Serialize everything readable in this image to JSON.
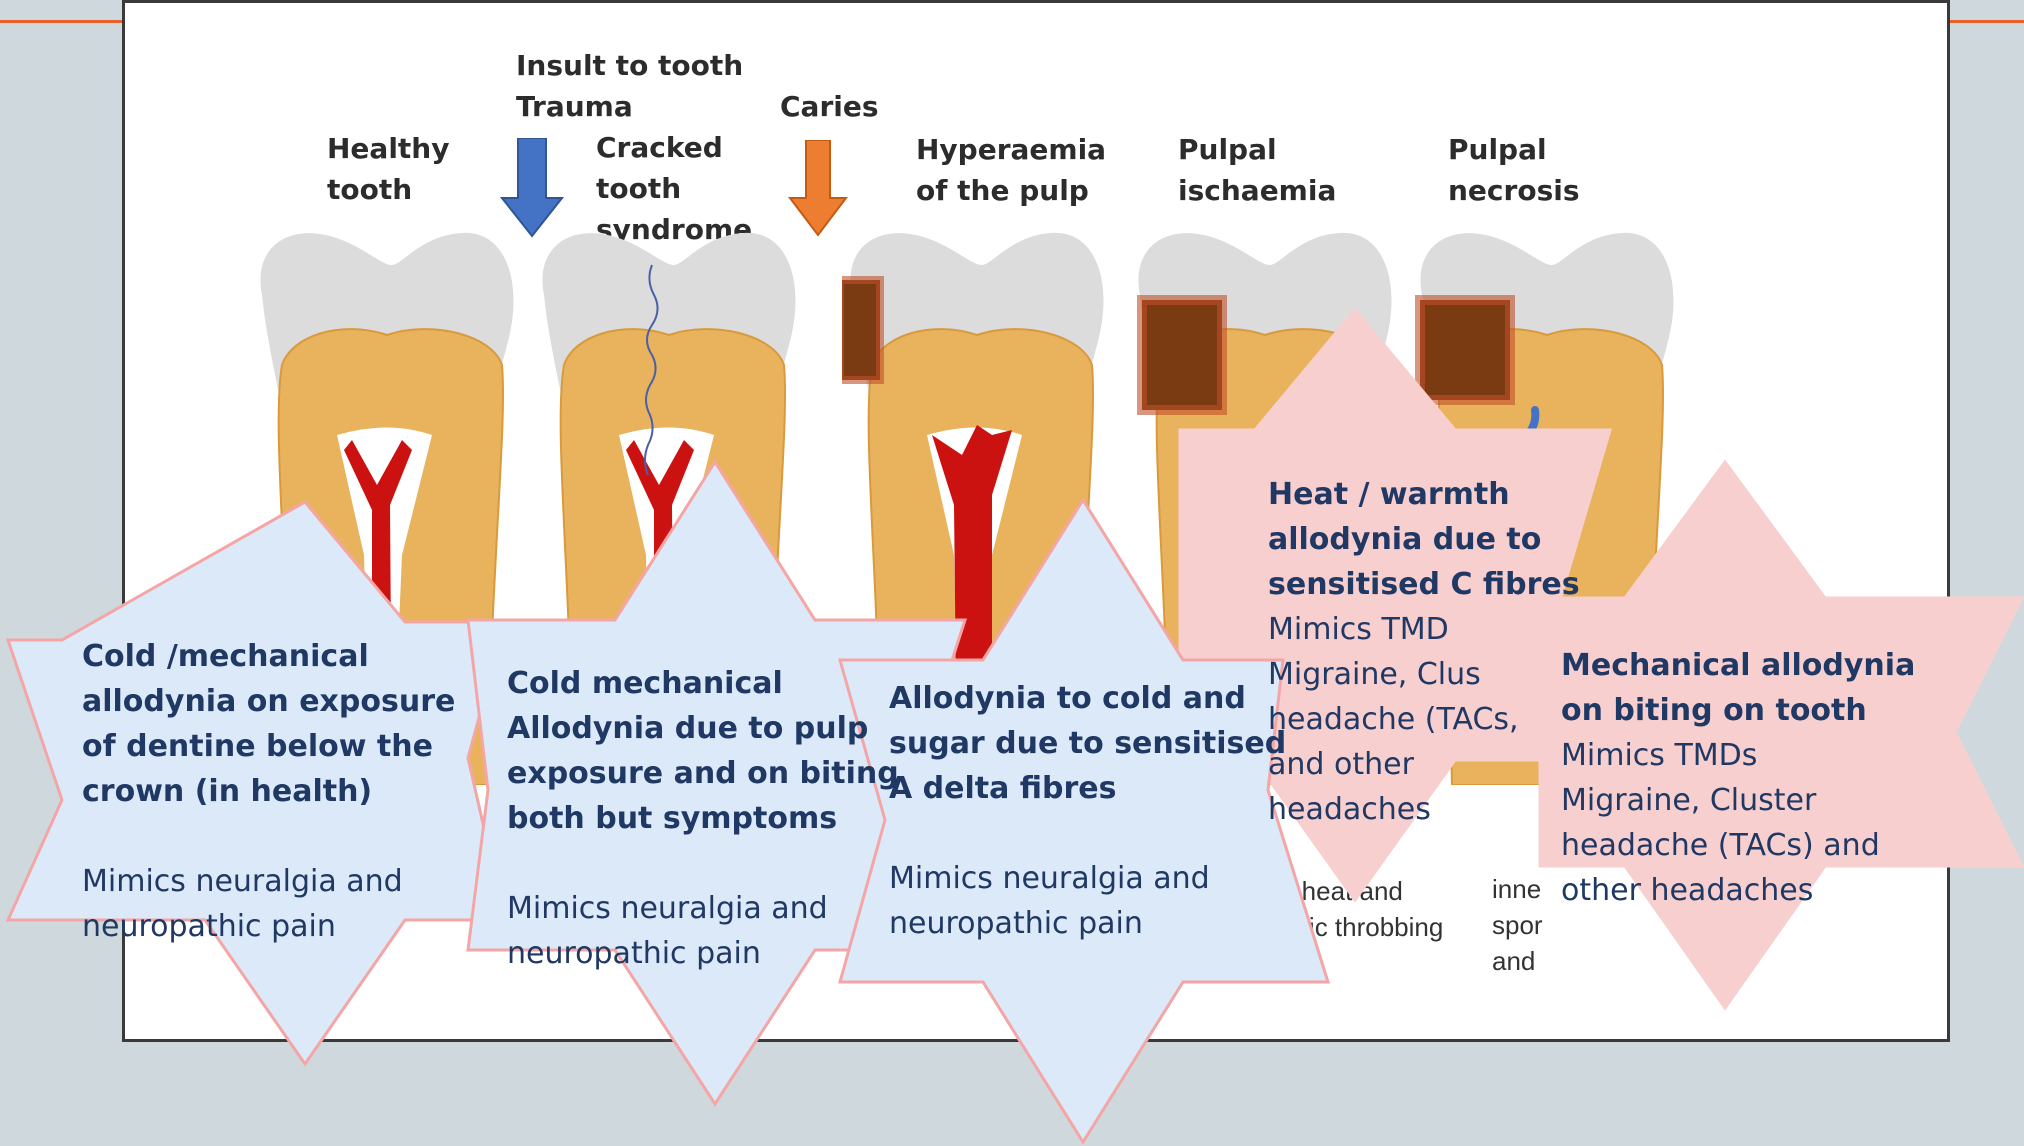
{
  "colors": {
    "background": "#cfd8dc",
    "accent_line": "#e8632b",
    "enamel": "#dcdcdc",
    "dentine": "#e9b35e",
    "pulp": "#cc1111",
    "trauma_arrow": "#4472c4",
    "caries_arrow": "#ed7d31",
    "decay": "#7a3b12",
    "blue_callout_fill": "#dce9f8",
    "pink_callout_fill": "#f8cfcf",
    "callout_border": "#f4a6a6",
    "callout_text": "#1f3864"
  },
  "diagram": {
    "labels": {
      "healthy": "Healthy\ntooth",
      "insult": "Insult to tooth\nTrauma",
      "cracked": "Cracked\ntooth\nsyndrome",
      "caries": "Caries",
      "hyperaemia": "Hyperaemia\nof the pulp",
      "ischaemia": "Pulpal\nischaemia",
      "necrosis": "Pulpal\nnecrosis"
    },
    "arrows": [
      {
        "name": "trauma-arrow",
        "color": "#4472c4"
      },
      {
        "name": "caries-arrow",
        "color": "#ed7d31"
      }
    ],
    "peeking_text": [
      "o heat and",
      "odic throbbing",
      "inne",
      "spor",
      "and"
    ]
  },
  "callouts": [
    {
      "heading": "Cold /mechanical\nallodynia on exposure\nof dentine below the\ncrown (in health)",
      "body": "Mimics neuralgia and\nneuropathic pain"
    },
    {
      "heading": "Cold mechanical\nAllodynia due to pulp\nexposure and on biting\nboth but symptoms",
      "body": "Mimics neuralgia and\nneuropathic pain"
    },
    {
      "heading": "Allodynia to cold and\nsugar due to sensitised\nA delta fibres",
      "body": "Mimics neuralgia and\nneuropathic pain"
    },
    {
      "heading": "Heat / warmth\nallodynia due to\nsensitised C fibres",
      "body": "Mimics TMD\nMigraine, Clus\nheadache (TACs,\nand other\nheadaches"
    },
    {
      "heading": "Mechanical allodynia\non biting on tooth",
      "body": "Mimics TMDs\nMigraine, Cluster\nheadache (TACs) and\nother headaches"
    }
  ]
}
